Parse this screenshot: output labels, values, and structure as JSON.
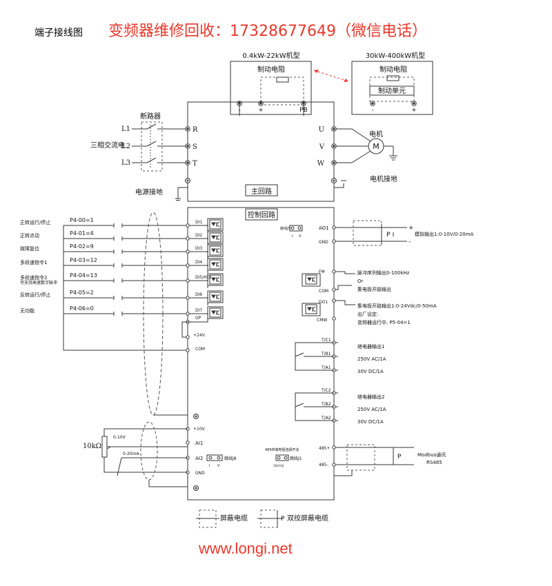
{
  "header": {
    "left_title": "端子接线图",
    "main_title": "变频器维修回收：17328677649（微信电话）"
  },
  "footer": {
    "url": "www.longi.net"
  },
  "colors": {
    "accent": "#e8382c",
    "line": "#333333",
    "dashed": "#555555"
  },
  "brake": {
    "small_title": "0.4kW-22kW机型",
    "large_title": "30kW-400kW机型",
    "resistor_label": "制动电阻",
    "unit_label": "制动单元",
    "small_terminals": [
      "-",
      "+",
      "PB"
    ],
    "large_terminals": [
      "-",
      "+"
    ]
  },
  "power": {
    "breaker": "断路器",
    "three_phase": "三相交流电",
    "lines": [
      "L1",
      "L2",
      "L3"
    ],
    "inputs": [
      "R",
      "S",
      "T"
    ],
    "outputs": [
      "U",
      "V",
      "W"
    ],
    "motor": "电机",
    "motor_symbol": "M",
    "motor_ground": "电机接地",
    "power_ground": "电源接地",
    "main_circuit": "主回路",
    "ground_symbol": "⏚"
  },
  "control": {
    "title": "控制回路",
    "di_rows": [
      {
        "desc": "正转运行/停止",
        "param": "P4-00=1",
        "terminal": "DI1"
      },
      {
        "desc": "正转点动",
        "param": "P4-01=4",
        "terminal": "DI2"
      },
      {
        "desc": "故障复位",
        "param": "P4-02=9",
        "terminal": "DI3"
      },
      {
        "desc": "多段速指令1",
        "param": "P4-03=12",
        "terminal": "DI4"
      },
      {
        "desc": "多段速指令2",
        "param": "P4-04=13",
        "terminal": "DI5/HDI"
      },
      {
        "desc": "反转运行/停止",
        "param": "P4-05=2",
        "terminal": "DI6"
      },
      {
        "desc": "无功能",
        "param": "P4-06=0",
        "terminal": "DI7"
      }
    ],
    "di5_note": "可支持高速数字脉冲",
    "op_label": "OP",
    "p24_label": "+24V",
    "com_label": "COM",
    "p10_label": "+10V",
    "ai1_label": "AI1",
    "ai2_label": "AI2",
    "gnd_label": "GND",
    "pot_label": "10kΩ",
    "v_range": "0-10V",
    "ma_range": "0-20mA",
    "ai_jumper": "跳线J8",
    "ao_jumper": "跳线J5",
    "rs485_jumper": "跳线J1",
    "rs485_switch": "485终端电阻选择开关",
    "jumper_iv": [
      "I",
      "V"
    ],
    "rs485_jumper_sub": "10k开关",
    "ao1": "AO1",
    "ao_gnd": "GND",
    "ao_out": "模拟输出1:0-10V/0-20mA",
    "fm": "FM",
    "com2": "COM",
    "do1": "DO1",
    "cmw": "CMW",
    "fm_desc": [
      "脉冲序列输出0-100kHz",
      "Or",
      "集电极开路输出"
    ],
    "do_desc": [
      "集电极开路输出1:0-24Vdc/0-50mA",
      "出厂设定:",
      "变频器运行中, P5-04=1"
    ],
    "relay1": {
      "terms": [
        "T/C1",
        "T/B1",
        "T/A1"
      ],
      "lines": [
        "继电器输出1",
        "250V AC/1A",
        "30V DC/1A"
      ]
    },
    "relay2": {
      "terms": [
        "T/C2",
        "T/B2",
        "T/A2"
      ],
      "lines": [
        "继电器输出2",
        "250V AC/1A",
        "30V DC/1A"
      ]
    },
    "rs485": {
      "terms": [
        "485+",
        "485-"
      ],
      "lines": [
        "Modbus通讯",
        "RS485"
      ]
    },
    "p_label": "P",
    "plus": "+",
    "minus": "-"
  },
  "legend": {
    "shield": "屏蔽电缆",
    "twisted": "双绞屏蔽电缆",
    "p_label": "P"
  }
}
